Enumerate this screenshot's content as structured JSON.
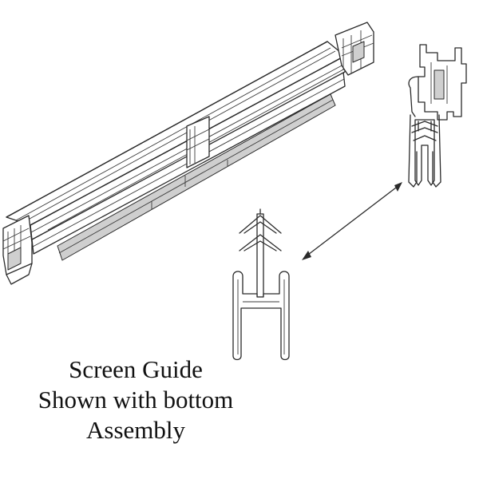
{
  "caption": {
    "line1": "Screen Guide",
    "line2": "Shown with bottom",
    "line3": "Assembly"
  },
  "colors": {
    "background": "#ffffff",
    "line": "#2a2a2a",
    "text": "#111111"
  },
  "icons": {
    "bottom_assembly": "bottom-assembly-rail-drawing",
    "guide_profile_top": "screen-guide-profile-in-assembly",
    "guide_profile_detail": "screen-guide-profile-enlarged",
    "connector": "double-headed-arrow"
  }
}
